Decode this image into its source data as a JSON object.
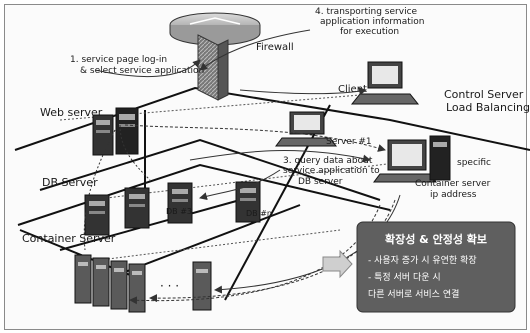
{
  "labels": {
    "firewall": "Firewall",
    "step1_line1": "1. service page log-in",
    "step1_line2": "& select service application",
    "step4_line1": "4. transporting service",
    "step4_line2": "application information",
    "step4_line3": "for execution",
    "client": "Client",
    "control_line1": "Control Server",
    "control_line2": "Load Balancing",
    "web_server": "Web server",
    "server_1": "Server #1",
    "step3_line1": "3. query data about",
    "step3_line2": "service application to",
    "step3_line3": "DB server",
    "specific": "specific",
    "container_note_line1": "Container server",
    "container_note_line2": "ip address",
    "db_server": "DB Server",
    "db3": "DB #3",
    "db_n": "DB #n",
    "container_server": "Container Server"
  },
  "callout": {
    "title": "확장성 & 안정성 확보",
    "items": [
      "- 사용자 증가 시 유연한 확장",
      "- 특정 서버 다운 시",
      "  다른 서버로 서비스 연결"
    ]
  },
  "colors": {
    "ink": "#1a1a1a",
    "arrow": "#333333",
    "callout_bg": "#5f5f5f",
    "callout_text": "#ffffff"
  }
}
